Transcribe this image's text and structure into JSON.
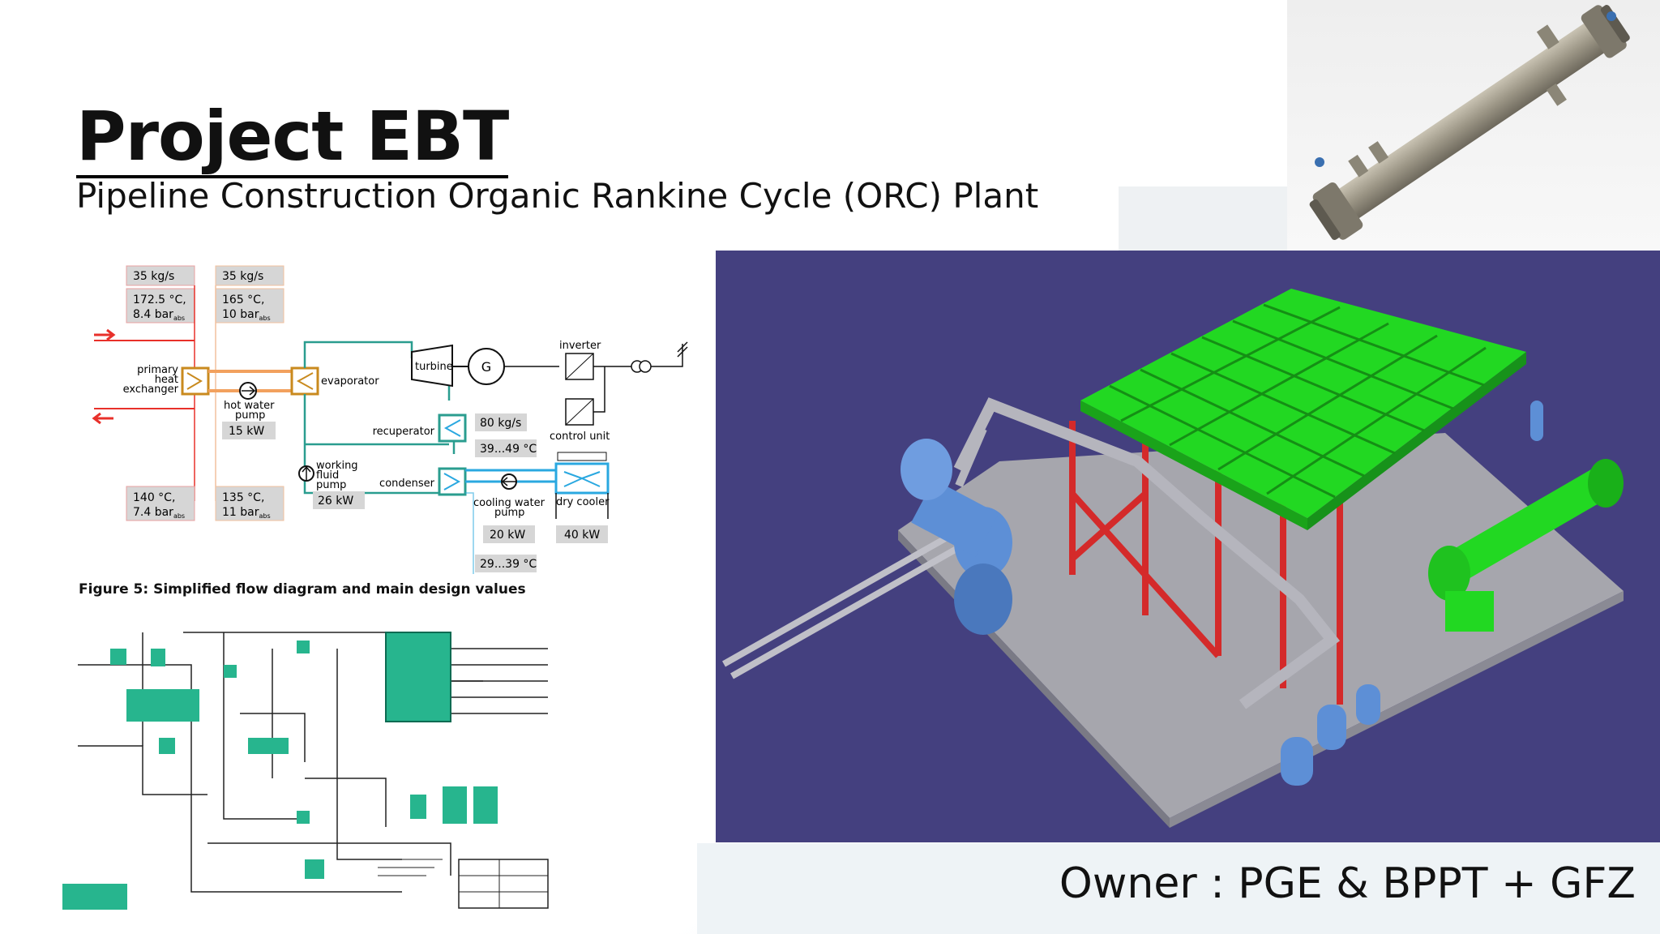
{
  "slide": {
    "title": "Project EBT",
    "subtitle": "Pipeline Construction Organic Rankine Cycle (ORC) Plant",
    "owner": "Owner : PGE & BPPT + GFZ"
  },
  "figure": {
    "caption": "Figure 5: Simplified flow diagram and main design values",
    "values": {
      "flow_in_a": "35 kg/s",
      "flow_in_b": "35 kg/s",
      "temp_in_a": "172.5 °C,",
      "press_in_a": "8.4 bar",
      "temp_in_b": "165 °C,",
      "press_in_b": "10 bar",
      "press_sub": "abs",
      "temp_out_a": "140 °C,",
      "press_out_a": "7.4 bar",
      "temp_out_b": "135 °C,",
      "press_out_b": "11 bar",
      "hot_water_pump_power": "15 kW",
      "wf_flow": "80 kg/s",
      "wf_temp": "39...49 °C",
      "wf_pump_power": "26 kW",
      "cw_pump_power": "20 kW",
      "dry_cooler_power": "40 kW",
      "cw_temp": "29...39 °C"
    },
    "labels": {
      "primary_hx_1": "primary",
      "primary_hx_2": "heat",
      "primary_hx_3": "exchanger",
      "hot_water_pump_1": "hot water",
      "hot_water_pump_2": "pump",
      "evaporator": "evaporator",
      "turbine": "turbine",
      "generator": "G",
      "inverter": "inverter",
      "control_unit": "control unit",
      "recuperator": "recuperator",
      "condenser": "condenser",
      "wf_pump_1": "working",
      "wf_pump_2": "fluid",
      "wf_pump_3": "pump",
      "cw_pump_1": "cooling water",
      "cw_pump_2": "pump",
      "dry_cooler": "dry cooler"
    }
  },
  "colors": {
    "hot_line": "#e8302a",
    "brine_line": "#f2a15e",
    "orc_line": "#2a9d8f",
    "cooling_line": "#2aa8e0",
    "value_box": "#d6d6d6",
    "render_bg": "#44407f",
    "cooler_green": "#22d822",
    "steel_red": "#d42a2a",
    "vessel_blue": "#5d8fd6"
  }
}
